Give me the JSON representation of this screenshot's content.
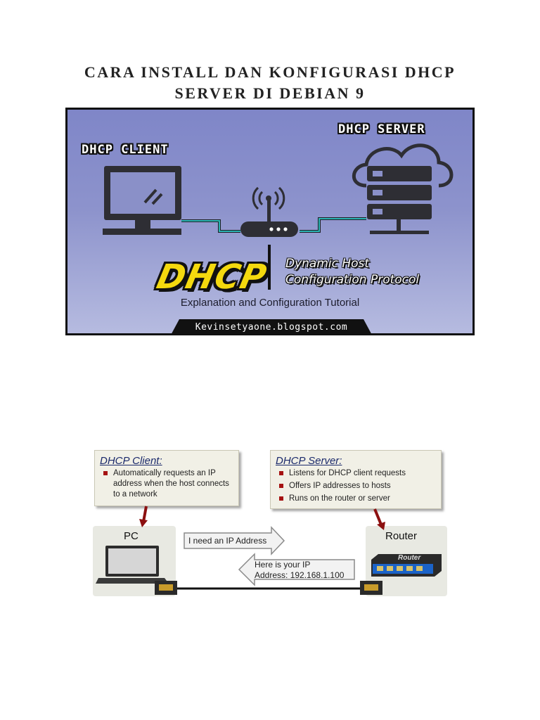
{
  "document": {
    "title_line1": "CARA INSTALL DAN KONFIGURASI DHCP",
    "title_line2": "SERVER DI DEBIAN 9"
  },
  "banner": {
    "client_label": "DHCP CLIENT",
    "server_label": "DHCP SERVER",
    "logo_text": "DHCP",
    "full_name_line1": "Dynamic Host",
    "full_name_line2": "Configuration Protocol",
    "subtitle": "Explanation and Configuration Tutorial",
    "website": "Kevinsetyaone.blogspot.com",
    "colors": {
      "accent_cable": "#2bb3b3",
      "logo_yellow": "#f4d90e"
    }
  },
  "diagram": {
    "client_box": {
      "title": "DHCP Client:",
      "items": [
        "Automatically requests an IP address when the host connects to a network"
      ]
    },
    "server_box": {
      "title": "DHCP Server:",
      "items": [
        "Listens for DHCP client requests",
        "Offers IP addresses to hosts",
        "Runs on the router or server"
      ]
    },
    "pc_label": "PC",
    "router_label": "Router",
    "router_device_text": "Router",
    "request_message": "I need an IP Address",
    "reply_line1": "Here is your IP",
    "reply_line2": "Address: 192.168.1.100"
  }
}
